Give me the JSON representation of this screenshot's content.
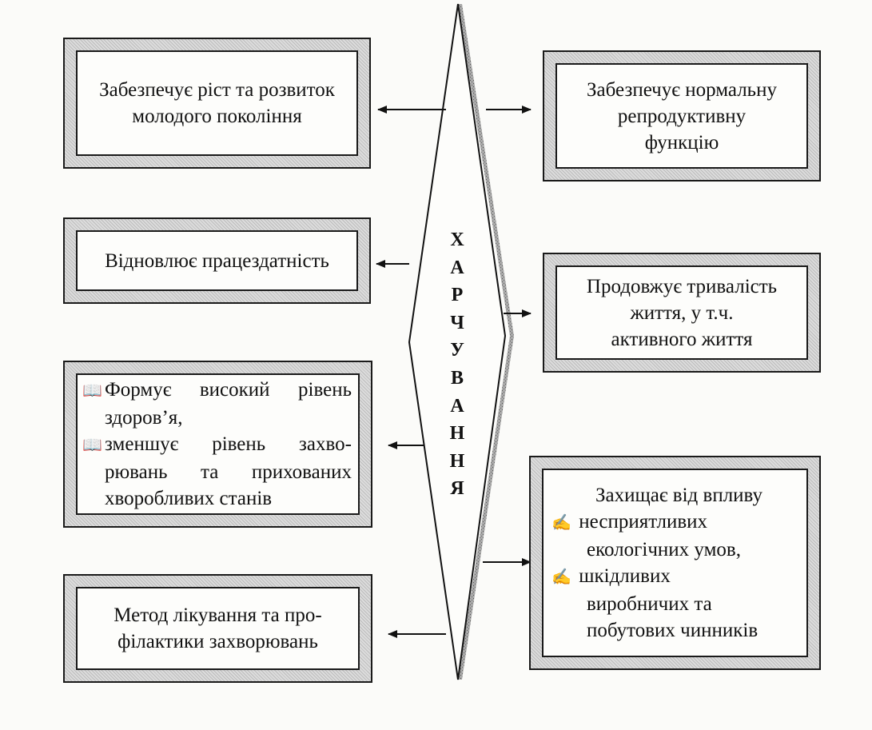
{
  "center_label": [
    "Х",
    "А",
    "Р",
    "Ч",
    "У",
    "В",
    "А",
    "Н",
    "Н",
    "Я"
  ],
  "left_boxes": {
    "growth": {
      "lines": [
        "Забезпечує ріст та розвиток",
        "молодого покоління"
      ]
    },
    "work_capacity": {
      "lines": [
        "Відновлює працездатність"
      ]
    },
    "health": {
      "item1_line1": "Формує високий рівень",
      "item1_line2": "здоров’я,",
      "item2_line1": "зменшує рівень захво-",
      "item2_line2": "рювань та прихованих",
      "item2_line3": "хворобливих станів",
      "bullet_icon": "open-book-icon"
    },
    "treatment": {
      "lines": [
        "Метод лікування та про-",
        "філактики захворювань"
      ]
    }
  },
  "right_boxes": {
    "reproduction": {
      "lines": [
        "Забезпечує нормальну",
        "репродуктивну",
        "функцію"
      ]
    },
    "longevity": {
      "lines": [
        "Продовжує тривалість",
        "життя, у т.ч.",
        "активного життя"
      ]
    },
    "protection": {
      "heading": "Захищає від впливу",
      "item1_line1": "несприятливих",
      "item1_line2": "екологічних умов,",
      "item2_line1": "шкідливих",
      "item2_line2": "виробничих та",
      "item2_line3": "побутових чинників",
      "bullet_icon": "writing-hand-icon"
    }
  },
  "colors": {
    "ink": "#111111",
    "paper": "#fbfbf9",
    "frame": "#cfcfcf",
    "diamond_shadow": "#9a9a9a"
  }
}
